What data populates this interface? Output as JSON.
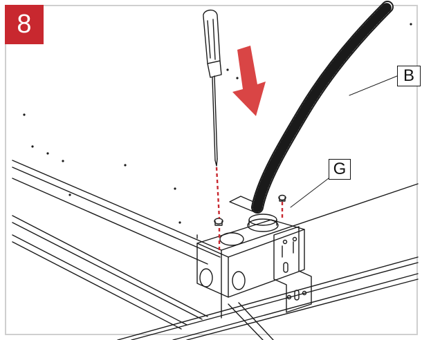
{
  "step": {
    "number": "8"
  },
  "labels": {
    "b": "B",
    "g": "G"
  },
  "colors": {
    "accent": "#c8282f",
    "arrow": "#d94545",
    "line": "#1a1a1a",
    "border": "#cfcfcf"
  },
  "icons": [
    "screwdriver-icon",
    "down-arrow-icon",
    "screw-icon",
    "flexible-conduit-icon",
    "mounting-bracket-icon"
  ]
}
